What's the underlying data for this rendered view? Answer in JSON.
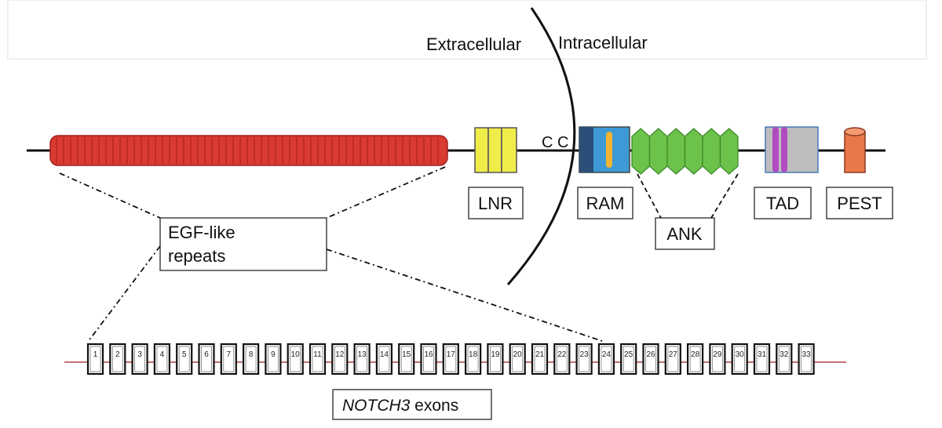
{
  "compartments": {
    "extracellular": "Extracellular",
    "intracellular": "Intracellular"
  },
  "domains": {
    "egf": {
      "label_line1": "EGF-like",
      "label_line2": "repeats",
      "color": "#d93a32"
    },
    "lnr": {
      "label": "LNR",
      "color": "#f0ec4a"
    },
    "cc": {
      "label": "C C"
    },
    "ram": {
      "label": "RAM",
      "color": "#3e9ad6"
    },
    "ank": {
      "label": "ANK",
      "color": "#6cc24a"
    },
    "tad": {
      "label": "TAD",
      "color": "#bdbdbd",
      "accent": "#b04cc0"
    },
    "pest": {
      "label": "PEST",
      "color": "#e8784a"
    }
  },
  "exons": {
    "gene_name": "NOTCH3",
    "label_suffix": " exons",
    "numbers": [
      "1",
      "2",
      "3",
      "4",
      "5",
      "6",
      "7",
      "8",
      "9",
      "10",
      "11",
      "12",
      "13",
      "14",
      "15",
      "16",
      "17",
      "18",
      "19",
      "20",
      "21",
      "22",
      "23",
      "24",
      "25",
      "26",
      "27",
      "28",
      "29",
      "30",
      "31",
      "32",
      "33"
    ]
  }
}
